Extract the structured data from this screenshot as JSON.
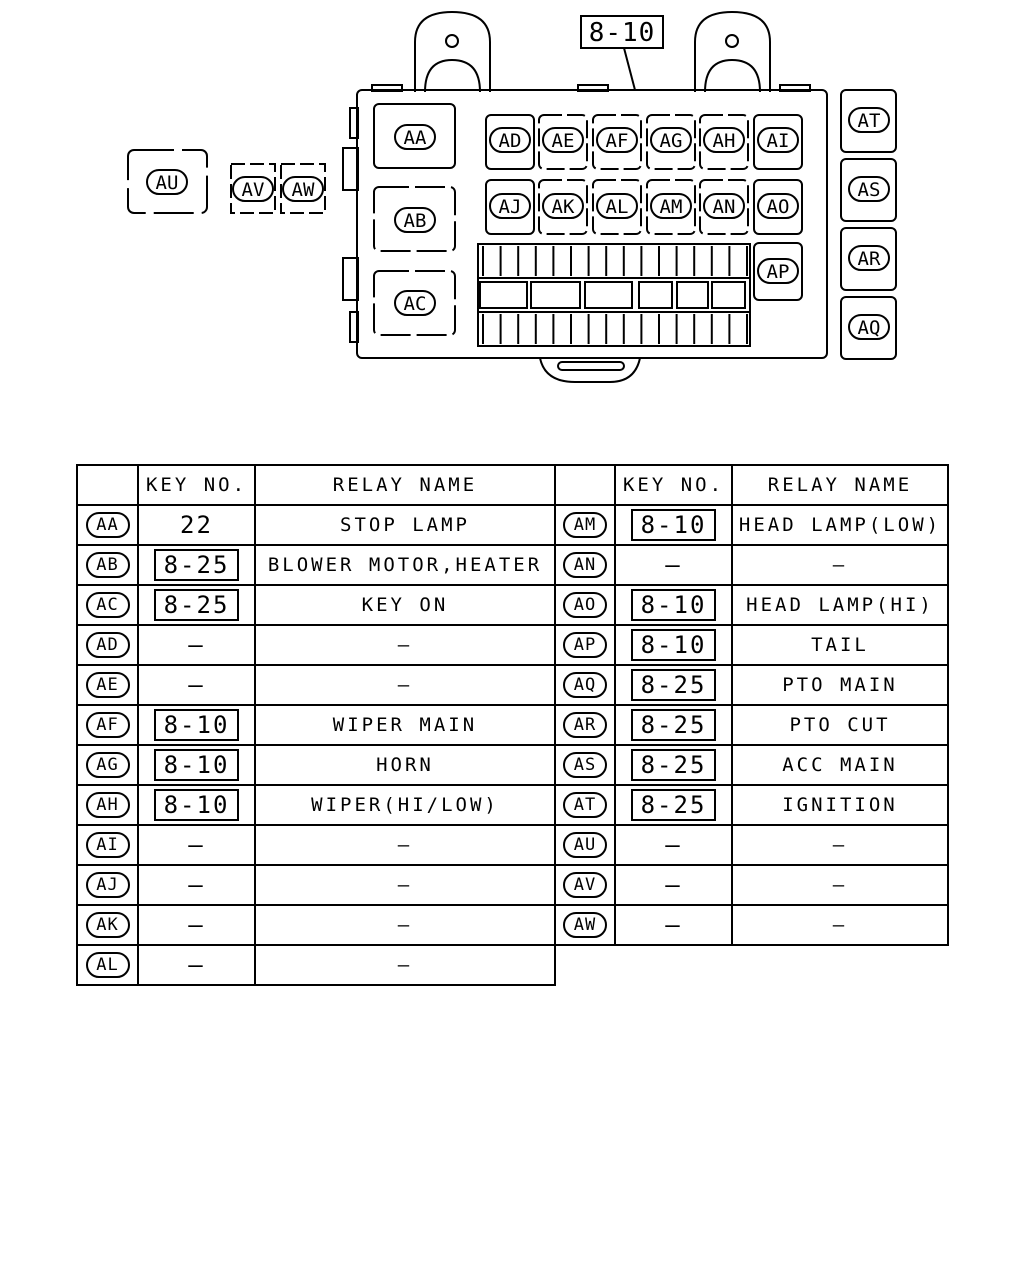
{
  "diagram": {
    "callout_label": "8-10",
    "labels": [
      "AA",
      "AB",
      "AC",
      "AD",
      "AE",
      "AF",
      "AG",
      "AH",
      "AI",
      "AJ",
      "AK",
      "AL",
      "AM",
      "AN",
      "AO",
      "AP",
      "AQ",
      "AR",
      "AS",
      "AT",
      "AU",
      "AV",
      "AW"
    ]
  },
  "table": {
    "headers": {
      "key_no": "KEY NO.",
      "relay_name": "RELAY NAME"
    },
    "left_rows": [
      {
        "code": "AA",
        "key": "22",
        "boxed": false,
        "name": "STOP LAMP"
      },
      {
        "code": "AB",
        "key": "8-25",
        "boxed": true,
        "name": "BLOWER MOTOR,HEATER"
      },
      {
        "code": "AC",
        "key": "8-25",
        "boxed": true,
        "name": "KEY ON"
      },
      {
        "code": "AD",
        "key": "—",
        "boxed": false,
        "name": "—"
      },
      {
        "code": "AE",
        "key": "—",
        "boxed": false,
        "name": "—"
      },
      {
        "code": "AF",
        "key": "8-10",
        "boxed": true,
        "name": "WIPER MAIN"
      },
      {
        "code": "AG",
        "key": "8-10",
        "boxed": true,
        "name": "HORN"
      },
      {
        "code": "AH",
        "key": "8-10",
        "boxed": true,
        "name": "WIPER(HI/LOW)"
      },
      {
        "code": "AI",
        "key": "—",
        "boxed": false,
        "name": "—"
      },
      {
        "code": "AJ",
        "key": "—",
        "boxed": false,
        "name": "—"
      },
      {
        "code": "AK",
        "key": "—",
        "boxed": false,
        "name": "—"
      },
      {
        "code": "AL",
        "key": "—",
        "boxed": false,
        "name": "—"
      }
    ],
    "right_rows": [
      {
        "code": "AM",
        "key": "8-10",
        "boxed": true,
        "name": "HEAD LAMP(LOW)"
      },
      {
        "code": "AN",
        "key": "—",
        "boxed": false,
        "name": "—"
      },
      {
        "code": "AO",
        "key": "8-10",
        "boxed": true,
        "name": "HEAD LAMP(HI)"
      },
      {
        "code": "AP",
        "key": "8-10",
        "boxed": true,
        "name": "TAIL"
      },
      {
        "code": "AQ",
        "key": "8-25",
        "boxed": true,
        "name": "PTO MAIN"
      },
      {
        "code": "AR",
        "key": "8-25",
        "boxed": true,
        "name": "PTO CUT"
      },
      {
        "code": "AS",
        "key": "8-25",
        "boxed": true,
        "name": "ACC MAIN"
      },
      {
        "code": "AT",
        "key": "8-25",
        "boxed": true,
        "name": "IGNITION"
      },
      {
        "code": "AU",
        "key": "—",
        "boxed": false,
        "name": "—"
      },
      {
        "code": "AV",
        "key": "—",
        "boxed": false,
        "name": "—"
      },
      {
        "code": "AW",
        "key": "—",
        "boxed": false,
        "name": "—"
      }
    ]
  }
}
